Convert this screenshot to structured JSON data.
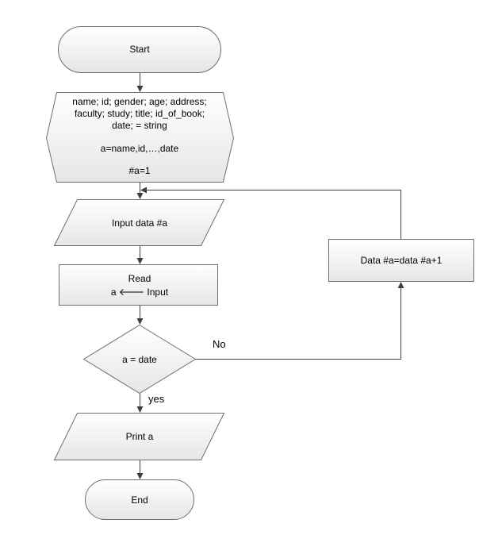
{
  "colors": {
    "shape_fill_top": "#ffffff",
    "shape_fill_bottom": "#e6e6e6",
    "shape_stroke": "#6e6e6e",
    "connector": "#404040"
  },
  "nodes": {
    "start": {
      "label": "Start"
    },
    "init": {
      "line1": "name; id; gender; age; address;",
      "line2": "faculty; study; title; id_of_book;",
      "line3": "date;   = string",
      "line4": "a=name,id,…,date",
      "line5": "#a=1"
    },
    "input": {
      "label": "Input data #a"
    },
    "read": {
      "line1": "Read",
      "line2": "a 🡐 Input"
    },
    "decision": {
      "label": "a = date"
    },
    "increment": {
      "label": "Data #a=data #a+1"
    },
    "print": {
      "label": "Print a"
    },
    "end": {
      "label": "End"
    }
  },
  "edge_labels": {
    "no": "No",
    "yes": "yes"
  }
}
